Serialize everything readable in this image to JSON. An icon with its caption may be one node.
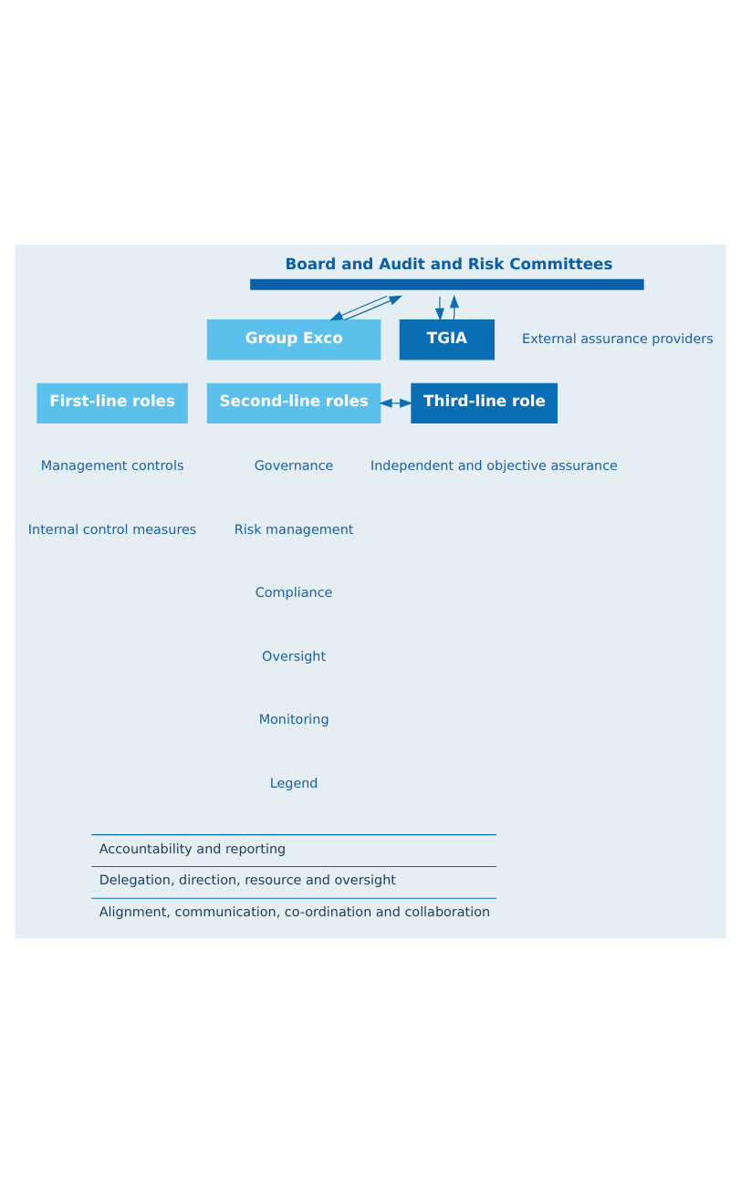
{
  "diagram": {
    "nodes": [
      {
        "text": [
          "Board and Audit and Risk Committees"
        ]
      },
      {
        "text": [
          "Group Exco"
        ]
      },
      {
        "text": [
          "TGIA"
        ]
      },
      {
        "text": [
          "First-line roles"
        ]
      },
      {
        "text": [
          "Second-line roles"
        ]
      },
      {
        "text": [
          "Third-line role"
        ]
      }
    ],
    "edges": [
      {
        "from": 0,
        "to": 1,
        "arrow": "to"
      },
      {
        "from": 1,
        "to": 0,
        "arrow": "to"
      },
      {
        "from": 0,
        "to": 2,
        "arrow": "to"
      },
      {
        "from": 2,
        "to": 0,
        "arrow": "to"
      },
      {
        "from": 4,
        "to": 5,
        "arrow": "both"
      }
    ],
    "labels": [
      "Management controls",
      "Internal control measures",
      "Governance",
      "Risk management",
      "Compliance",
      "Oversight",
      "Monitoring",
      "Independent and objective assurance",
      "External assurance providers",
      "Legend"
    ],
    "legend": [
      {
        "text": "Accountability and reporting"
      },
      {
        "text": "Delegation, direction, resource and oversight"
      },
      {
        "text": "Alignment, communication, co-ordination and collaboration"
      }
    ]
  }
}
